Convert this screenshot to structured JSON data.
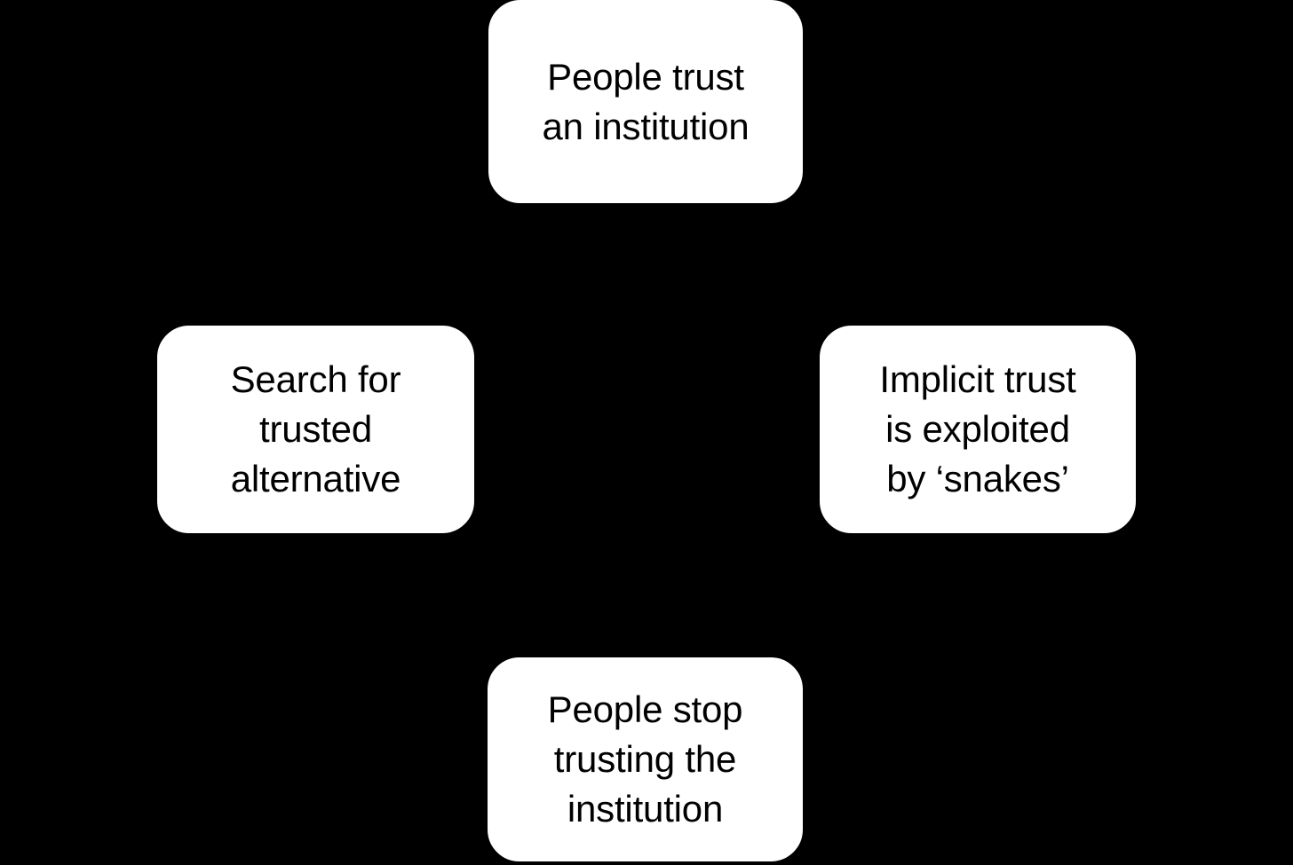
{
  "diagram": {
    "type": "cycle",
    "background_color": "#000000",
    "node_fill_color": "#ffffff",
    "node_text_color": "#000000",
    "nodes": [
      {
        "id": "trust",
        "position": "top",
        "text": "People trust\nan institution"
      },
      {
        "id": "exploited",
        "position": "right",
        "text": "Implicit trust\nis exploited\nby ‘snakes’"
      },
      {
        "id": "stop-trusting",
        "position": "bottom",
        "text": "People stop\ntrusting the\ninstitution"
      },
      {
        "id": "search-alternative",
        "position": "left",
        "text": "Search for\ntrusted\nalternative"
      }
    ]
  }
}
